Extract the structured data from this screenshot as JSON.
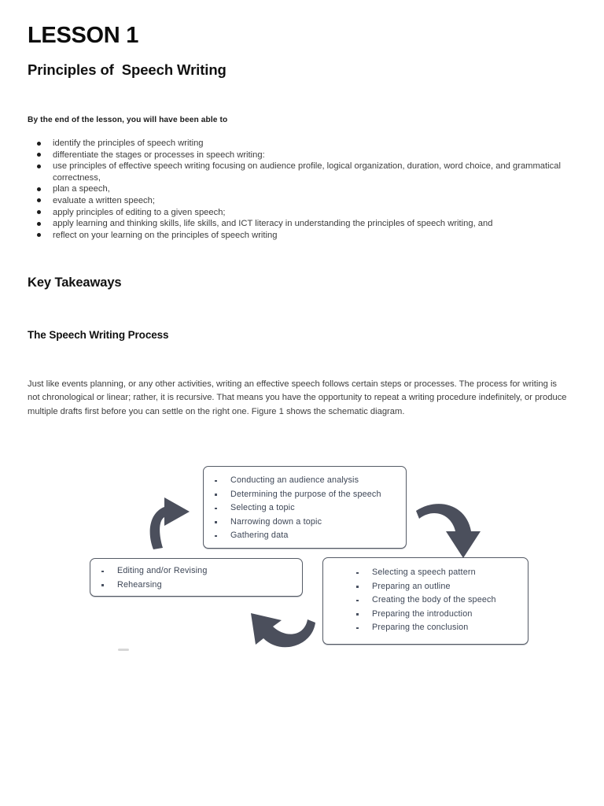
{
  "document": {
    "lesson_title": "LESSON 1",
    "lesson_subtitle": "Principles of  Speech Writing",
    "objectives_intro": "By the end of the lesson, you will have been able to",
    "objectives": [
      "identify the principles of speech writing",
      "differentiate the stages or processes in speech writing:",
      "use principles of effective speech writing focusing on audience profile, logical organization, duration, word choice, and grammatical correctness,",
      "plan a speech,",
      "evaluate a written speech;",
      "apply principles of editing to a given speech;",
      "apply learning and thinking skills, life skills, and ICT literacy in understanding the principles of speech writing, and",
      "reflect on your learning on the principles of speech writing"
    ],
    "key_takeaways_heading": "Key Takeaways",
    "process_heading": "The Speech Writing Process",
    "body_paragraph": "Just like events planning, or any other activities, writing an effective speech follows certain steps or processes. The process for writing is not chronological or linear; rather, it is recursive. That means you have the opportunity to repeat a writing procedure indefinitely, or produce multiple drafts first before you can settle on the right one. Figure 1 shows the schematic diagram."
  },
  "diagram": {
    "box_top": {
      "items": [
        "Conducting an audience analysis",
        "Determining the purpose of the speech",
        "Selecting a topic",
        "Narrowing down a topic",
        "Gathering data"
      ]
    },
    "box_right": {
      "items": [
        "Selecting a speech pattern",
        "Preparing an outline",
        "Creating the body of the speech",
        "Preparing the introduction",
        "Preparing the conclusion"
      ]
    },
    "box_left": {
      "items": [
        "Editing and/or Revising",
        "Rehearsing"
      ]
    },
    "arrows": [
      {
        "name": "curved-arrow-up-right",
        "direction": "up-right"
      },
      {
        "name": "curved-arrow-right-down",
        "direction": "right-down"
      },
      {
        "name": "curved-arrow-left-up",
        "direction": "left-up"
      }
    ],
    "colors": {
      "box_border": "#555b66",
      "box_text": "#3d4656",
      "arrow_fill": "#4b4f5c"
    }
  }
}
